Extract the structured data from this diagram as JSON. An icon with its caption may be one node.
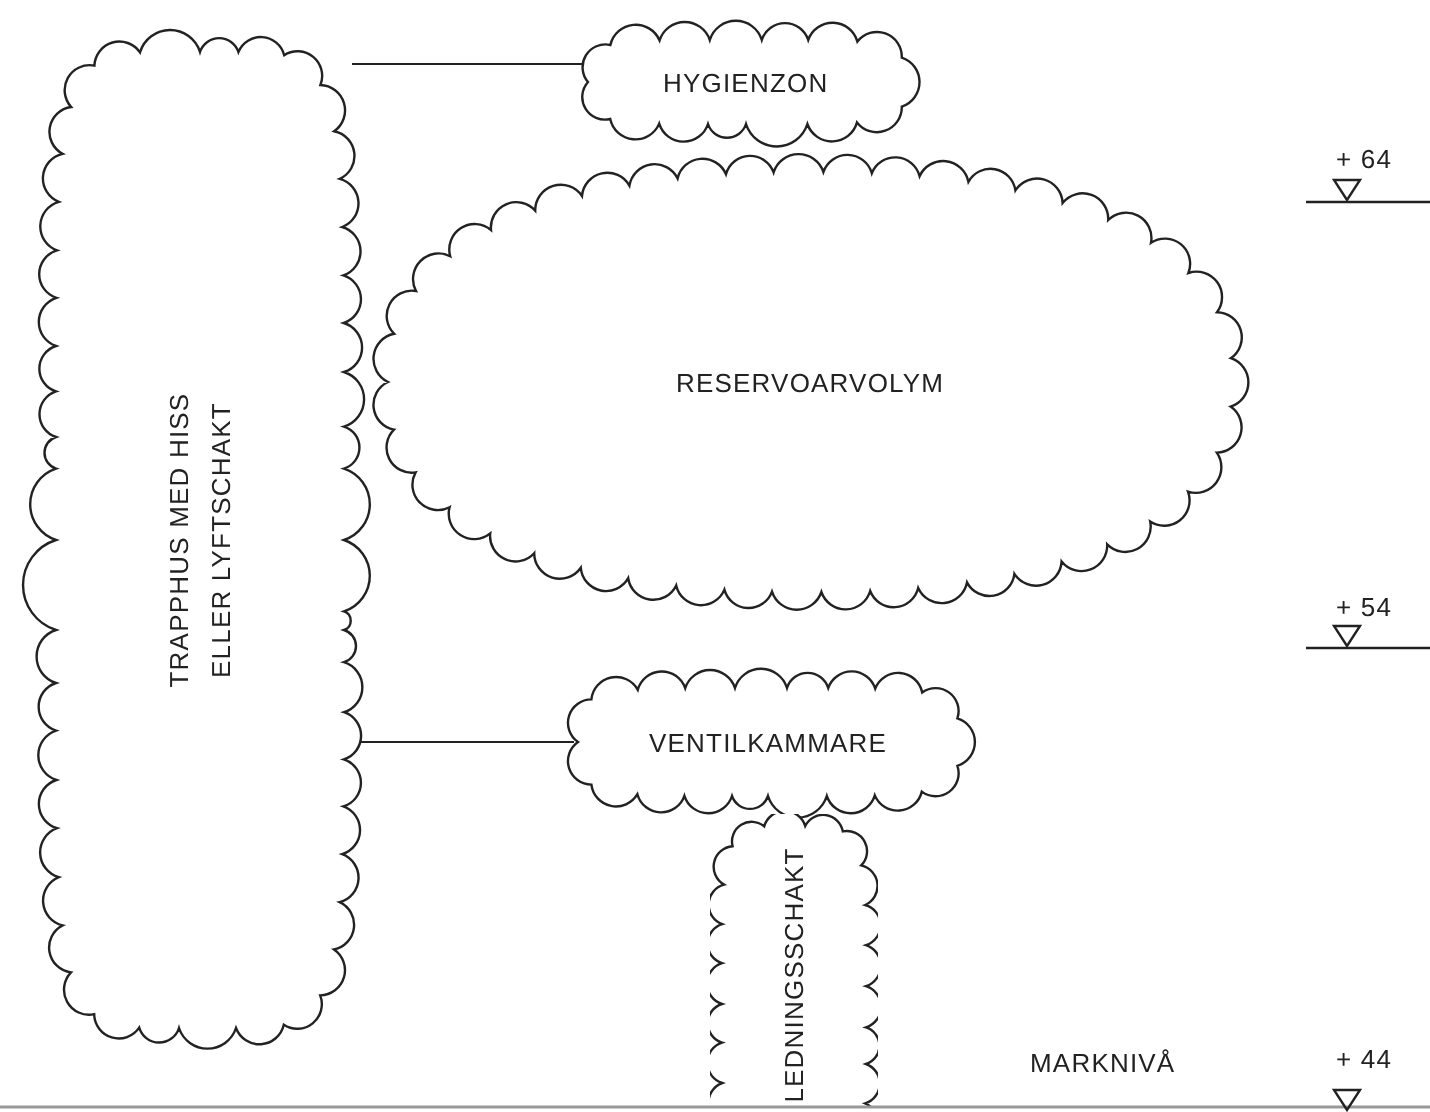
{
  "diagram": {
    "nodes": [
      {
        "text": [
          "TRAPPHUS MED HISS ELLER LYFTSCHAKT"
        ]
      },
      {
        "text": [
          "HYGIENZON"
        ]
      },
      {
        "text": [
          "RESERVOARVOLYM"
        ]
      },
      {
        "text": [
          "VENTILKAMMARE"
        ]
      },
      {
        "text": [
          "LEDNINGSSCHAKT"
        ]
      }
    ],
    "edges": [
      {
        "from": 0,
        "to": 1,
        "arrow": "none"
      },
      {
        "from": 0,
        "to": 3,
        "arrow": "none"
      }
    ],
    "labels": [
      "+ 64",
      "+ 54",
      "MARKNIVÅ",
      "+ 44"
    ]
  }
}
